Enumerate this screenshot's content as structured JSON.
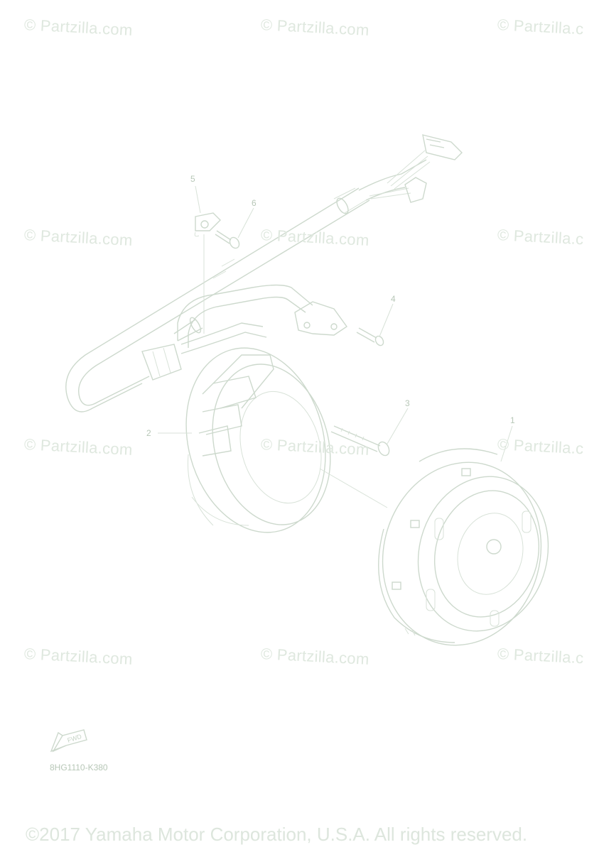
{
  "watermarks": [
    "© Partzilla.com",
    "© Partzilla.com",
    "© Partzilla.c",
    "© Partzilla.com",
    "© Partzilla.com",
    "© Partzilla.c",
    "© Partzilla.com",
    "© Partzilla.com",
    "© Partzilla.c",
    "© Partzilla.com",
    "© Partzilla.com",
    "© Partzilla.c"
  ],
  "callouts": [
    "1",
    "2",
    "3",
    "4",
    "5",
    "6"
  ],
  "fwd_label": "FWD",
  "diagram_code": "8HG1110-K380",
  "copyright": "©2017 Yamaha Motor Corporation, U.S.A. All rights reserved.",
  "colors": {
    "line": "#cdd9cd",
    "watermark": "#dfe8df",
    "text": "#b7c7b7"
  }
}
